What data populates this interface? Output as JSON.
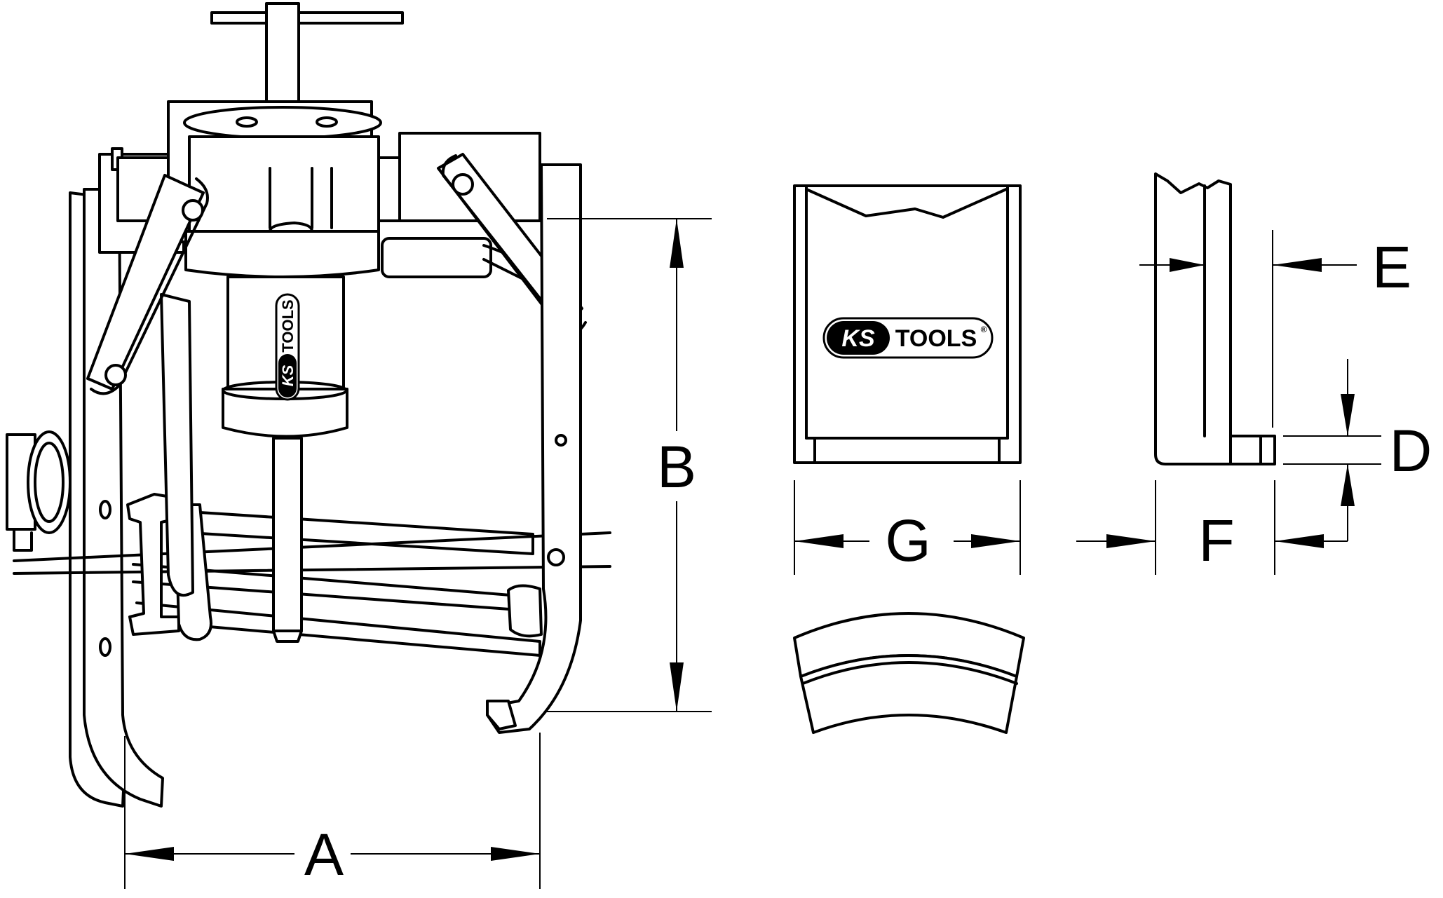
{
  "drawing": {
    "dimension_labels": {
      "a": "A",
      "b": "B",
      "d": "D",
      "e": "E",
      "f": "F",
      "g": "G"
    },
    "logo": {
      "brand_ks": "KS",
      "brand_tools": "TOOLS",
      "registered": "®"
    }
  }
}
